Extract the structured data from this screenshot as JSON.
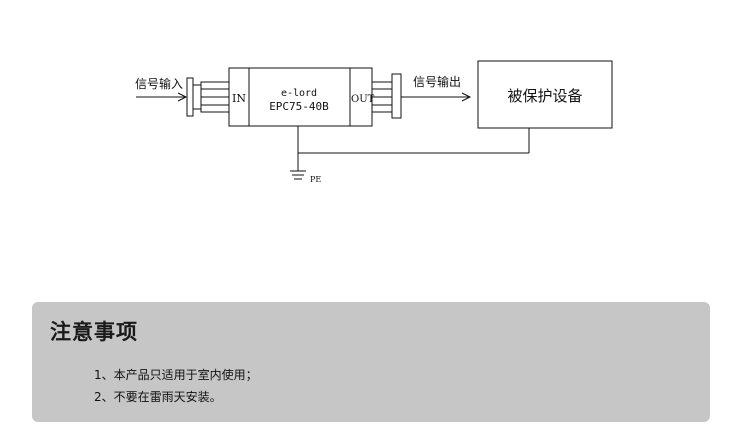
{
  "diagram": {
    "input_label": "信号输入",
    "output_label": "信号输出",
    "device": {
      "brand": "e-lord",
      "model": "EPC75-40B",
      "in_label": "IN",
      "out_label": "OUT"
    },
    "protected_equipment": "被保护设备",
    "ground_label": "PE"
  },
  "notice": {
    "title": "注意事项",
    "items": [
      "1、本产品只适用于室内使用；",
      "2、不要在雷雨天安装。"
    ]
  }
}
